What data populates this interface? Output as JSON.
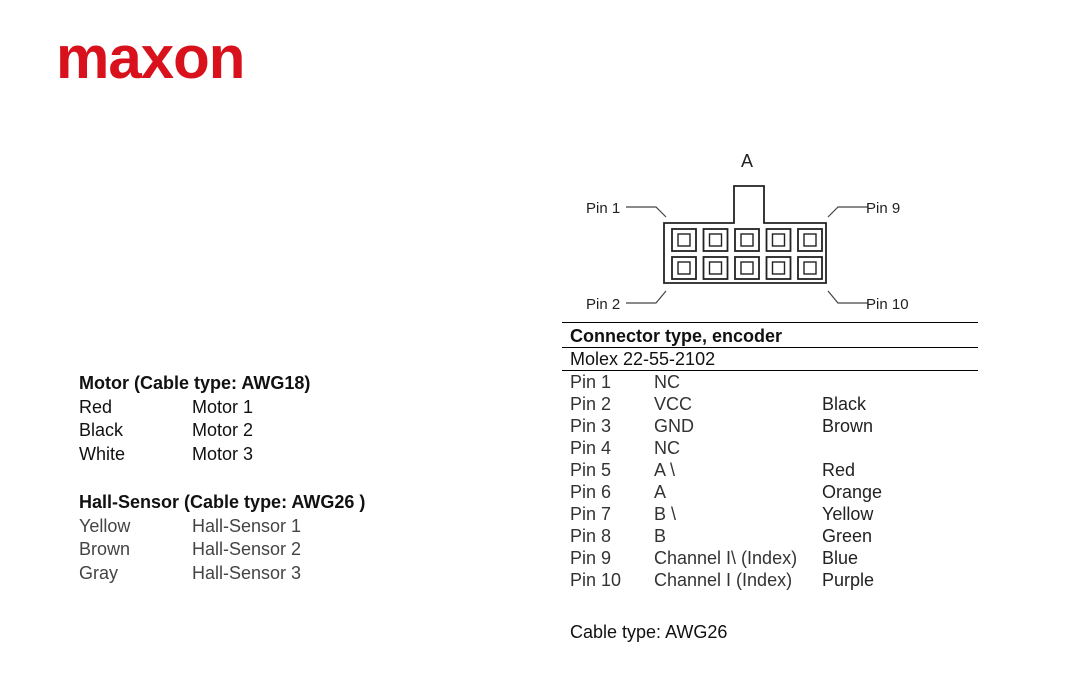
{
  "brand": {
    "logo_text": "maxon",
    "color": "#d8111c"
  },
  "motor": {
    "title_bold": "Motor",
    "title_paren": "(Cable type: AWG18)",
    "rows": [
      {
        "color": "Red",
        "label": "Motor 1"
      },
      {
        "color": "Black",
        "label": "Motor 2"
      },
      {
        "color": "White",
        "label": "Motor 3"
      }
    ]
  },
  "hall": {
    "title_bold": "Hall-Sensor",
    "title_paren": "(Cable type: AWG26 )",
    "rows": [
      {
        "color": "Yellow",
        "label": "Hall-Sensor 1"
      },
      {
        "color": "Brown",
        "label": "Hall-Sensor 2"
      },
      {
        "color": "Gray",
        "label": "Hall-Sensor 3"
      }
    ]
  },
  "connector_diagram": {
    "top_label": "A",
    "pin1": "Pin 1",
    "pin2": "Pin 2",
    "pin9": "Pin 9",
    "pin10": "Pin 10"
  },
  "encoder": {
    "title": "Connector type, encoder",
    "part": "Molex 22-55-2102",
    "pins": [
      {
        "pin": "Pin 1",
        "signal": "NC",
        "wire": ""
      },
      {
        "pin": "Pin 2",
        "signal": "VCC",
        "wire": "Black"
      },
      {
        "pin": "Pin 3",
        "signal": "GND",
        "wire": "Brown"
      },
      {
        "pin": "Pin 4",
        "signal": "NC",
        "wire": ""
      },
      {
        "pin": "Pin 5",
        "signal": "A \\",
        "wire": "Red"
      },
      {
        "pin": "Pin 6",
        "signal": "A",
        "wire": "Orange"
      },
      {
        "pin": "Pin 7",
        "signal": "B \\",
        "wire": "Yellow"
      },
      {
        "pin": "Pin 8",
        "signal": "B",
        "wire": "Green"
      },
      {
        "pin": "Pin 9",
        "signal": "Channel I\\ (Index)",
        "wire": "Blue"
      },
      {
        "pin": "Pin 10",
        "signal": "Channel I (Index)",
        "wire": "Purple"
      }
    ],
    "cable_note": "Cable type: AWG26"
  }
}
